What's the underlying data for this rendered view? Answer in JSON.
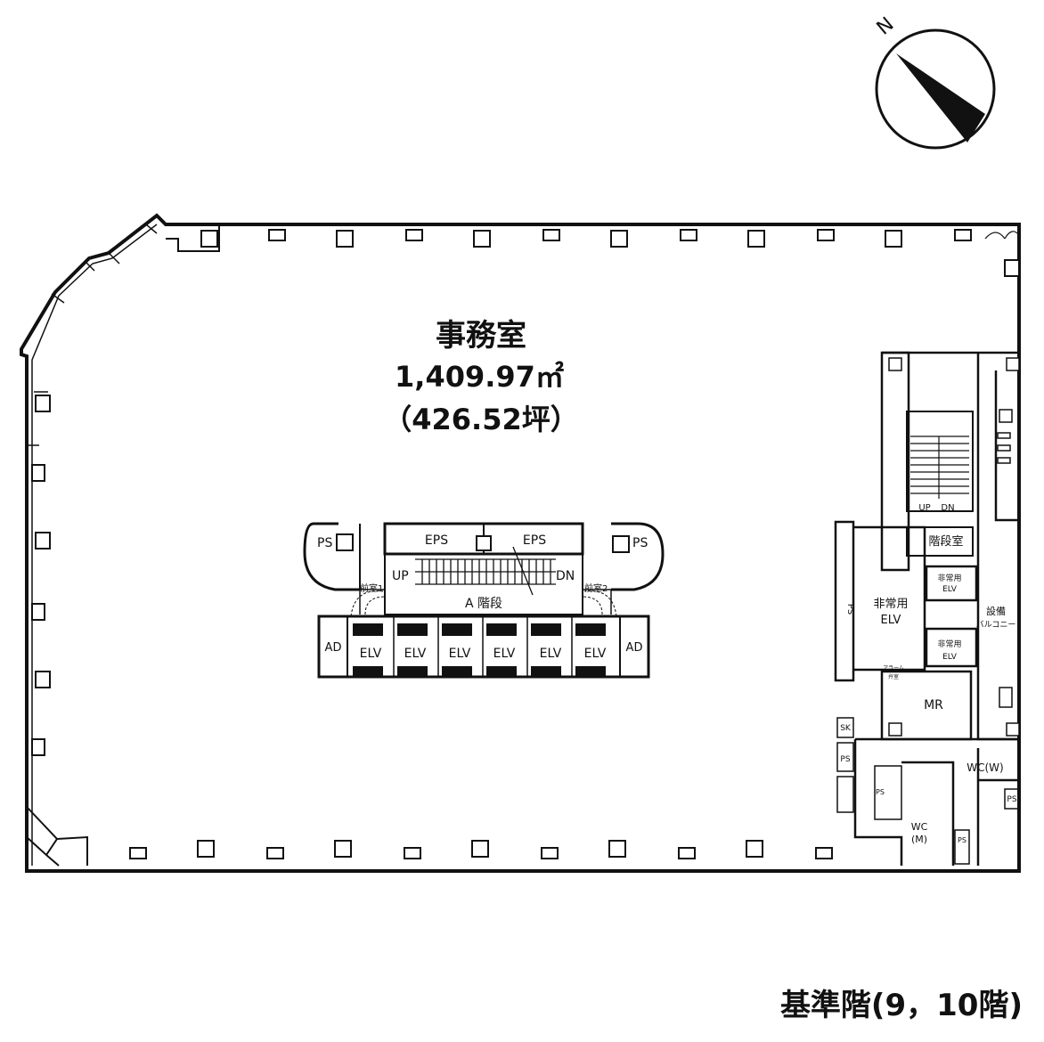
{
  "office": {
    "name": "事務室",
    "area_m2": "1,409.97㎡",
    "area_tsubo": "（426.52坪）"
  },
  "caption": "基準階(9，10階)",
  "compass": {
    "north": "N"
  },
  "core": {
    "eps_left": "EPS",
    "eps_right": "EPS",
    "ps_left": "PS",
    "ps_right": "PS",
    "up": "UP",
    "dn": "DN",
    "stair": "A 階段",
    "vestibule_1": "前室1",
    "vestibule_2": "前室2",
    "ad_left": "AD",
    "ad_right": "AD",
    "elevators": [
      "ELV",
      "ELV",
      "ELV",
      "ELV",
      "ELV",
      "ELV"
    ]
  },
  "east_core": {
    "ps_shaft": "PS",
    "emergency_elv_hall": [
      "非常用",
      "ELV"
    ],
    "emergency_elv_1": [
      "非常用",
      "ELV"
    ],
    "emergency_elv_2": [
      "非常用",
      "ELV"
    ],
    "stair_room": "階段室",
    "up": "UP",
    "dn": "DN",
    "balcony": [
      "設備",
      "バルコニー"
    ],
    "valve_room": [
      "アラーム",
      "弁室"
    ],
    "mr": "MR",
    "sk": "SK",
    "ps_small": "PS",
    "wc_women": "WC(W)",
    "wc_men": [
      "WC",
      "(M)"
    ],
    "ps_wc": "PS",
    "ps_wc2": "PS",
    "ps_right": "PS"
  }
}
